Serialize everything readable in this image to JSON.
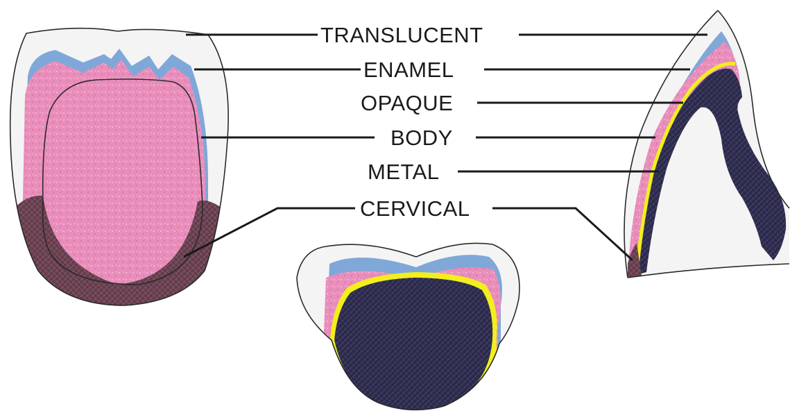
{
  "diagram": {
    "labels": {
      "translucent": "TRANSLUCENT",
      "enamel": "ENAMEL",
      "opaque": "OPAQUE",
      "body": "BODY",
      "metal": "METAL",
      "cervical": "CERVICAL"
    },
    "colors": {
      "translucent": "#f4f4f4",
      "enamel": "#7fa8d8",
      "body": "#e98dbb",
      "opaque": "#f2ef1c",
      "metal": "#2e2d4f",
      "cervical": "#6b4352",
      "line": "#1a1a1a"
    }
  }
}
